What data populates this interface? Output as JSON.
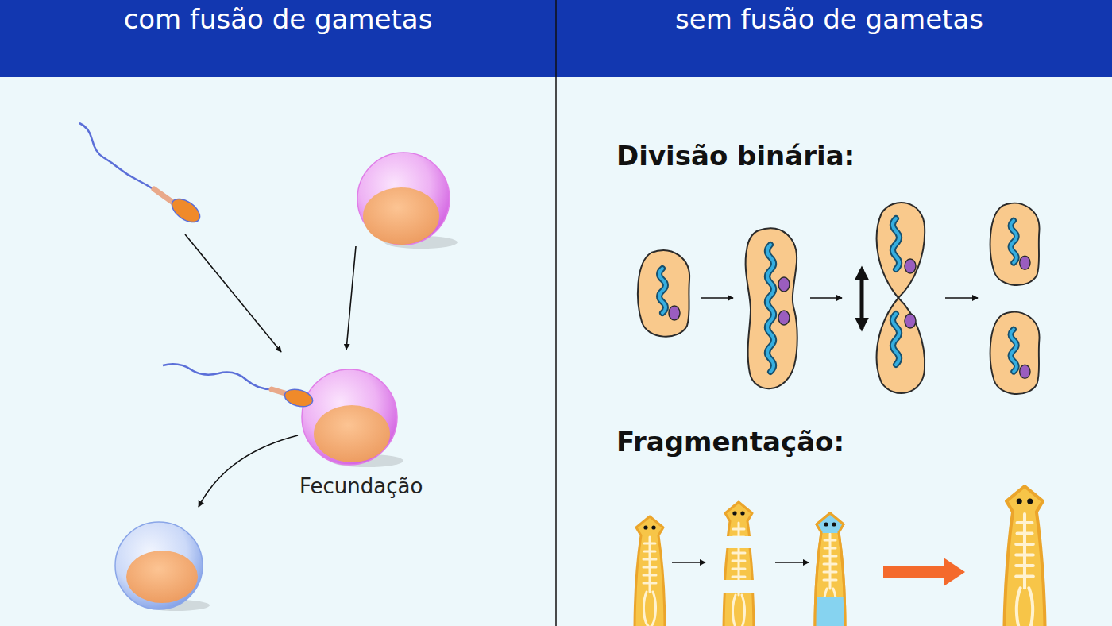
{
  "diagram": {
    "labels": [
      "com fusão de gametas",
      "sem fusão de gametas",
      "Fecundação",
      "Divisão binária:",
      "Fragmentação:"
    ]
  }
}
